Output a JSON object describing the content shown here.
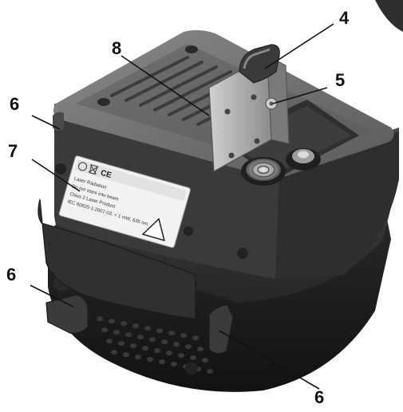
{
  "figure": {
    "callouts": [
      {
        "id": "c4",
        "label": "4"
      },
      {
        "id": "c5",
        "label": "5"
      },
      {
        "id": "c6a",
        "label": "6"
      },
      {
        "id": "c6b",
        "label": "6"
      },
      {
        "id": "c6c",
        "label": "6"
      },
      {
        "id": "c7",
        "label": "7"
      },
      {
        "id": "c8",
        "label": "8"
      }
    ],
    "warning_label": {
      "lines": [
        "Laser Radiation",
        "Do not stare into beam",
        "Class 2 Laser Product",
        "IEC 60825-1:2007-03, < 1 mW, 635 nm"
      ]
    },
    "colors": {
      "housing_dark": "#2b2b2b",
      "housing_mid": "#4a4a4a",
      "top_plate": "#6b6b6b",
      "rubber_base": "#1c1c1c",
      "label_white": "#f2f2f2",
      "metal": "#b8b8b8"
    }
  }
}
